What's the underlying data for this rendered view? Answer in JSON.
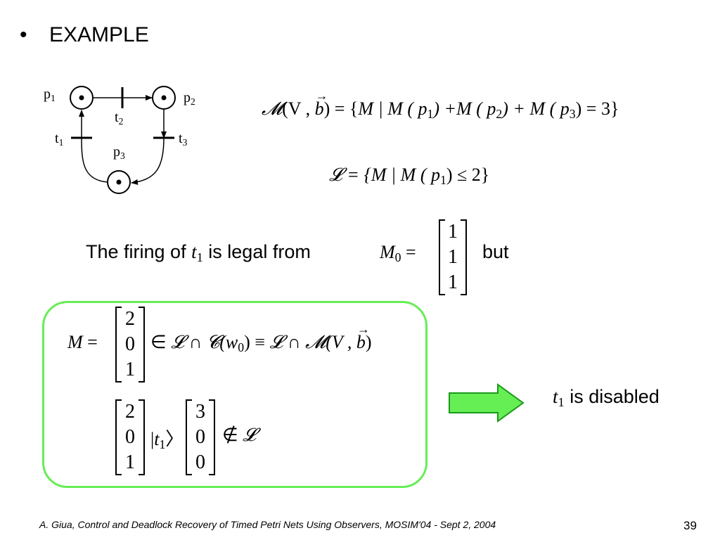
{
  "title": {
    "bullet": "•",
    "text": "EXAMPLE"
  },
  "net": {
    "p1": "p",
    "p1_sub": "1",
    "p2": "p",
    "p2_sub": "2",
    "p3": "p",
    "p3_sub": "3",
    "t1": "t",
    "t1_sub": "1",
    "t2": "t",
    "t2_sub": "2",
    "t3": "t",
    "t3_sub": "3"
  },
  "eq1": {
    "lhs": "𝓜",
    "args_open": "(V , ",
    "b": "b",
    "args_close": ") = {",
    "body": "M | M ( p",
    "s1": "1",
    "mid1": ") +M ( p",
    "s2": "2",
    "mid2": ") + M ( p",
    "s3": "3",
    "tail": ") = 3}"
  },
  "eq2": {
    "lhs": "𝓛",
    "body": " = {M | M ( p",
    "s1": "1",
    "tail": ") ≤ 2}"
  },
  "sentence": {
    "pre": "The firing of ",
    "t": "t",
    "t_sub": "1",
    "post": " is legal from",
    "but": "but"
  },
  "m0": {
    "name": "M",
    "sub": "0",
    "eq": " =",
    "values": [
      "1",
      "1",
      "1"
    ]
  },
  "box": {
    "eq3": {
      "lhs": "M",
      "eq": "=",
      "vector": [
        "2",
        "0",
        "1"
      ],
      "rel1": "∈ ",
      "L": "𝓛",
      "cap1": " ∩ ",
      "C": "𝓒",
      "w_open": "(w",
      "w_sub": "0",
      "w_close": ") ≡ ",
      "L2": "𝓛",
      "cap2": " ∩ ",
      "M": "𝓜",
      "args": "(V , ",
      "b": "b",
      "args_close": ")"
    },
    "eq4": {
      "vec1": [
        "2",
        "0",
        "1"
      ],
      "ket_open": "|",
      "t": "t",
      "t_sub": "1",
      "ket_close": "〉",
      "vec2": [
        "3",
        "0",
        "0"
      ],
      "rel": "∉ ",
      "L": "𝓛"
    }
  },
  "result": {
    "t": "t",
    "t_sub": "1",
    "text": " is disabled"
  },
  "footer": "A. Giua, Control and Deadlock Recovery of Timed Petri Nets Using Observers, MOSIM'04 -  Sept 2, 2004",
  "page_number": "39",
  "colors": {
    "box_border": "#66ee55",
    "arrow_fill": "#66ee55",
    "arrow_stroke": "#1a9a1a"
  }
}
